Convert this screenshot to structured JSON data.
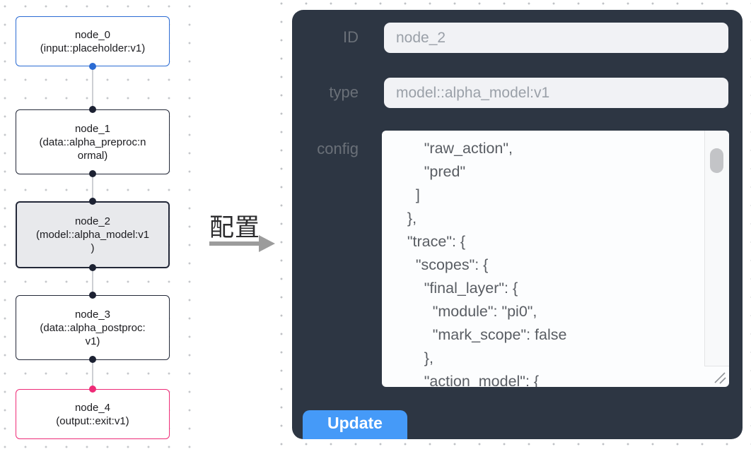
{
  "graph": {
    "nodes": [
      {
        "id": "node_0",
        "label": "node_0\n(input::placeholder:v1)"
      },
      {
        "id": "node_1",
        "label": "node_1\n(data::alpha_preproc:n\normal)"
      },
      {
        "id": "node_2",
        "label": "node_2\n(model::alpha_model:v1\n)"
      },
      {
        "id": "node_3",
        "label": "node_3\n(data::alpha_postproc:\nv1)"
      },
      {
        "id": "node_4",
        "label": "node_4\n(output::exit:v1)"
      }
    ],
    "colors": {
      "input_accent": "#2b6bd3",
      "default_border": "#232838",
      "selected_fill": "#e8e9ec",
      "output_accent": "#ee2b77",
      "edge": "#cdcfd4"
    }
  },
  "annotation": {
    "label": "配置"
  },
  "panel": {
    "bg": "#2d3643",
    "accent": "#459af8",
    "fields": {
      "id": {
        "label": "ID",
        "value": "node_2"
      },
      "type": {
        "label": "type",
        "value": "model::alpha_model:v1"
      },
      "config": {
        "label": "config",
        "value": "        \"raw_action\",\n        \"pred\"\n      ]\n    },\n    \"trace\": {\n      \"scopes\": {\n        \"final_layer\": {\n          \"module\": \"pi0\",\n          \"mark_scope\": false\n        },\n        \"action_model\": {"
      }
    },
    "update_label": "Update"
  }
}
